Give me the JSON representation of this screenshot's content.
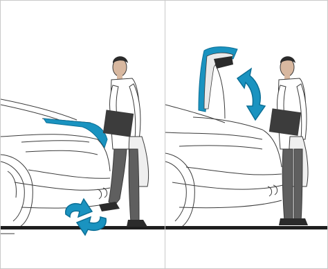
{
  "illustration": {
    "panels": [
      {
        "id": "left",
        "step": "kick-motion-under-bumper"
      },
      {
        "id": "right",
        "step": "tailgate-opens"
      }
    ],
    "colors": {
      "accent": "#1a93c0",
      "accent_dark": "#0b6f96",
      "line": "#3a3a3a",
      "ground": "#1e1e1e",
      "shirt": "#ffffff",
      "trousers": "#5f5f5f",
      "skin": "#d8b8a0",
      "hair": "#2b2b2b",
      "bag": "#efefef",
      "folder": "#3c3c3c",
      "frame_border": "#c9c9c9"
    },
    "icons": [
      "kick-sensor-arrow-icon",
      "tailgate-open-arrow-icon"
    ]
  }
}
